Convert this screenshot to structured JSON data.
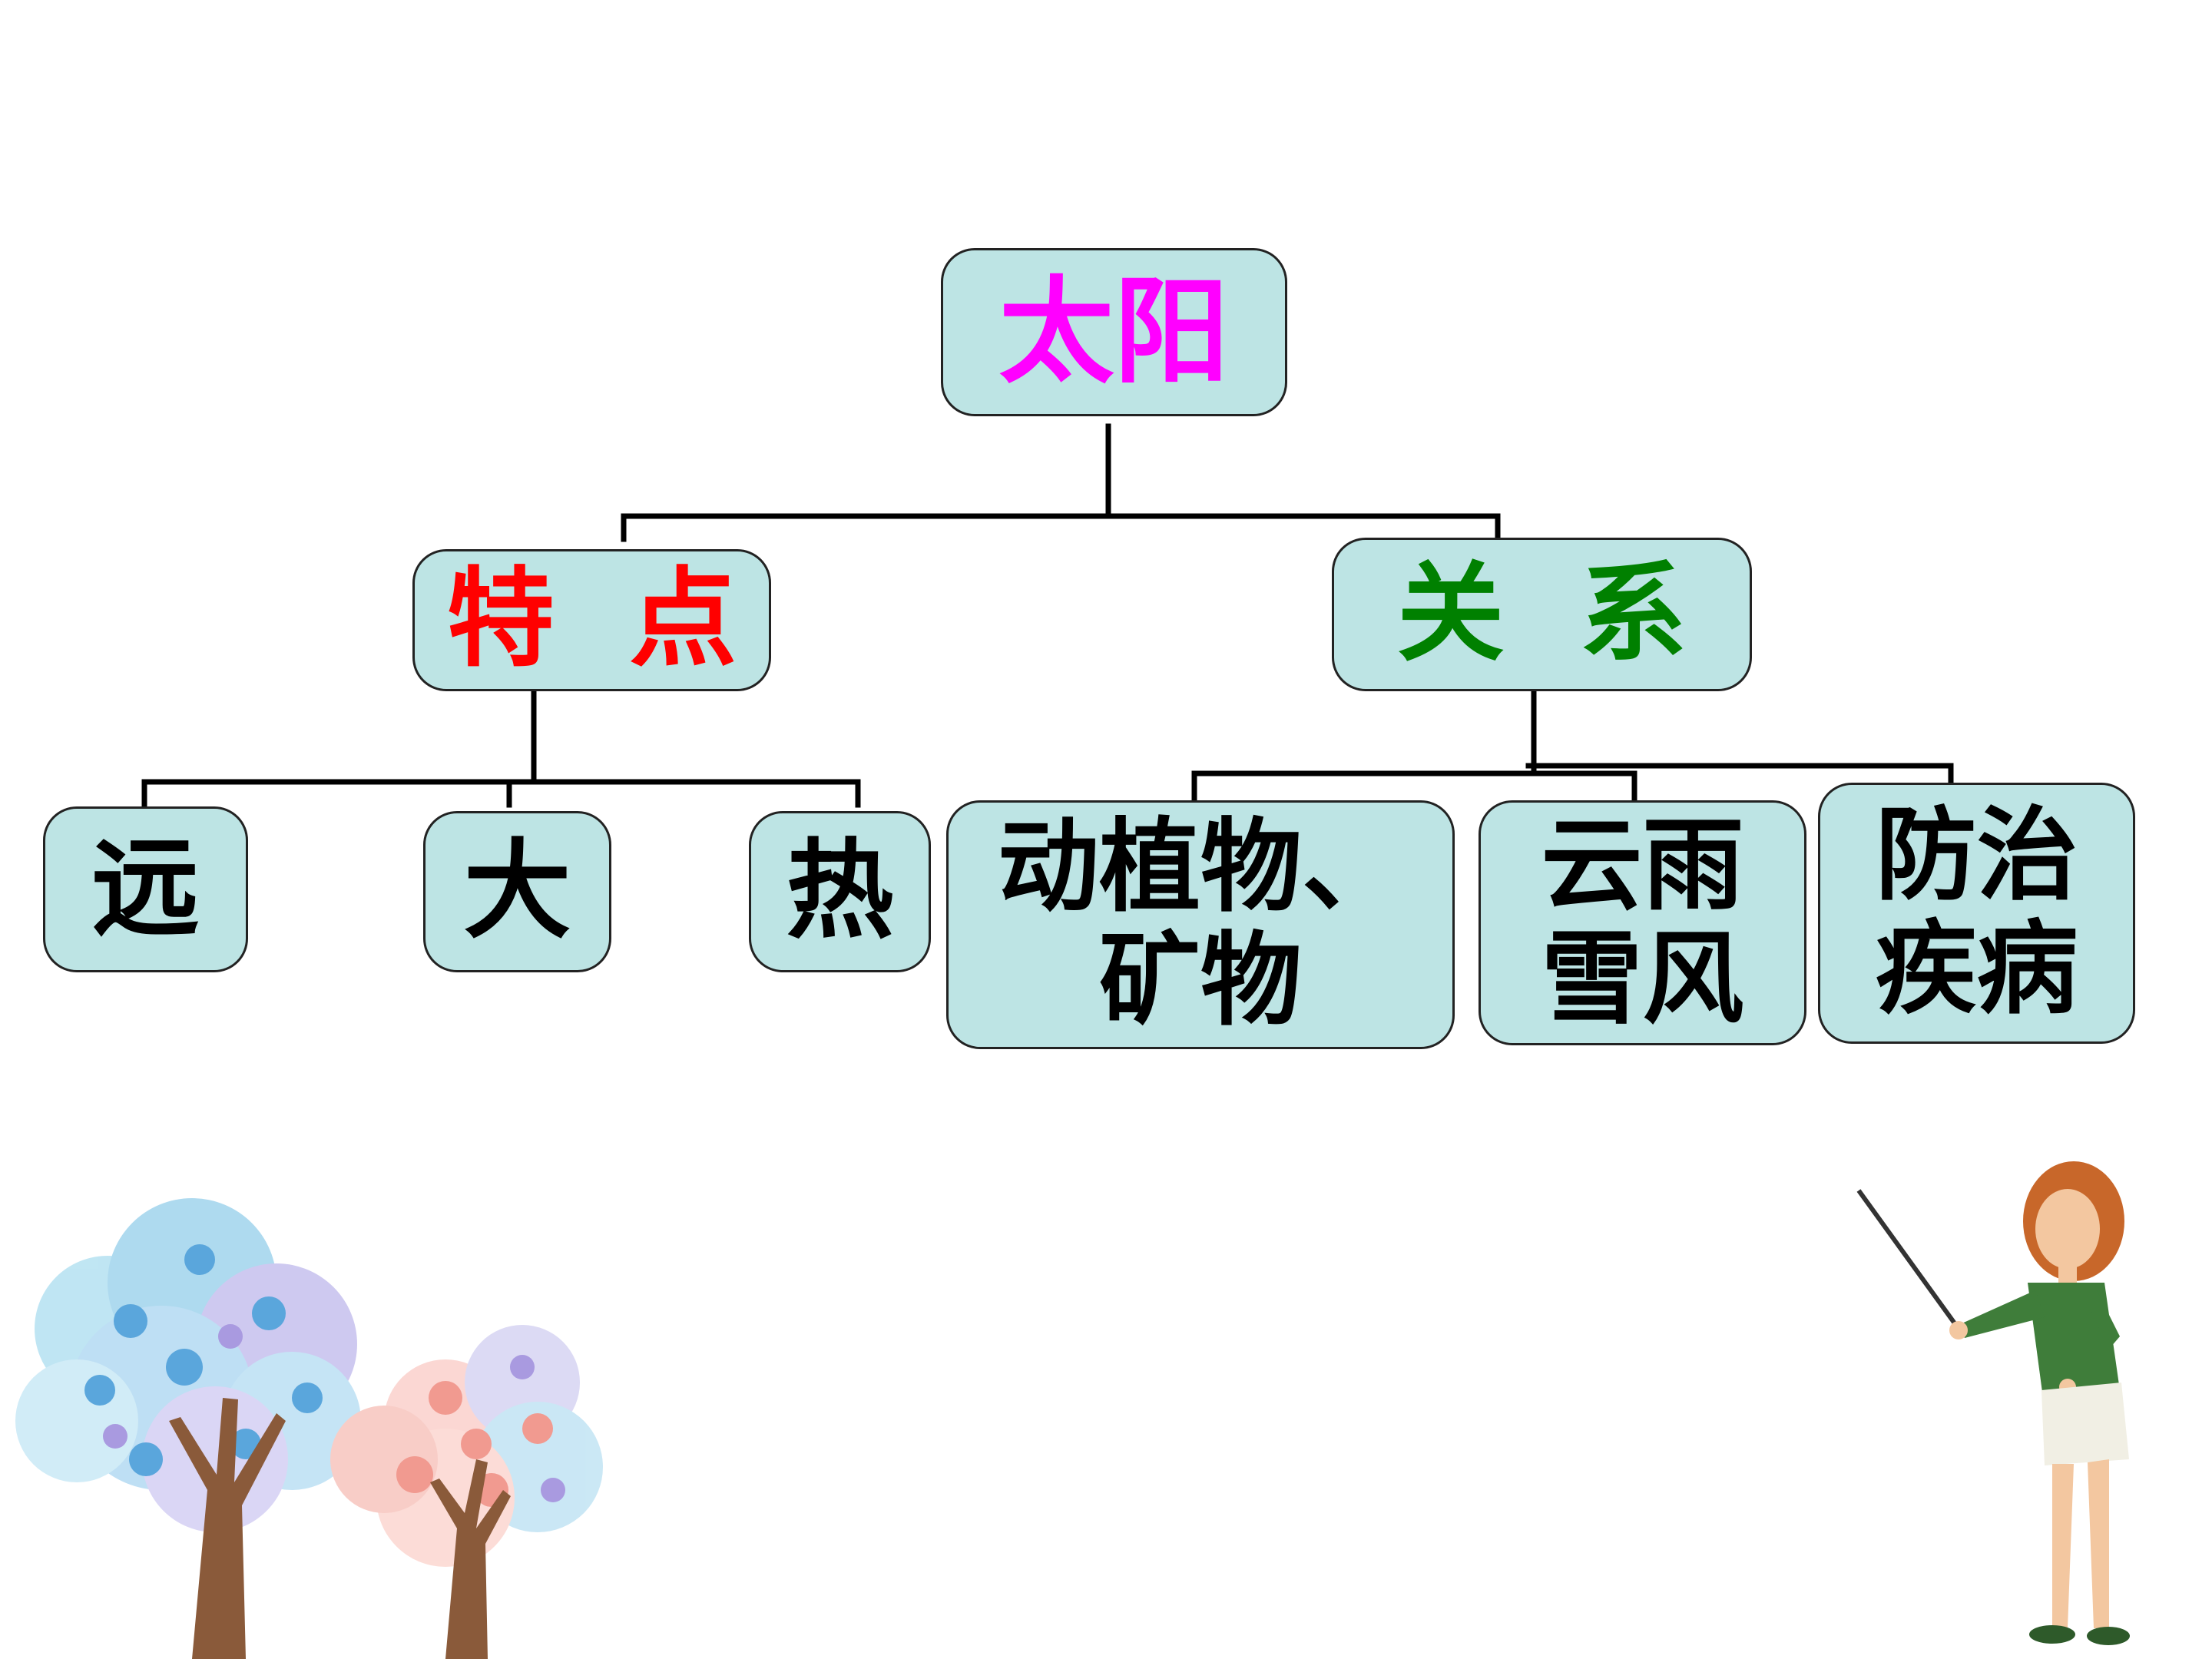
{
  "diagram": {
    "root": {
      "label": "太阳",
      "color": "#ff00ff"
    },
    "features": {
      "label": "特  点",
      "color": "#ff0000",
      "items": [
        "远",
        "大",
        "热"
      ]
    },
    "relations": {
      "label": "关  系",
      "color": "#008000",
      "items": [
        "动植物、\n矿物",
        "云雨\n雪风",
        "防治\n疾病"
      ]
    }
  },
  "colors": {
    "node_fill": "#bde4e4",
    "node_border": "#222222",
    "connector": "#000000"
  },
  "decorations": {
    "left": "flowering-trees-illustration",
    "right": "teacher-with-pointer-illustration"
  }
}
